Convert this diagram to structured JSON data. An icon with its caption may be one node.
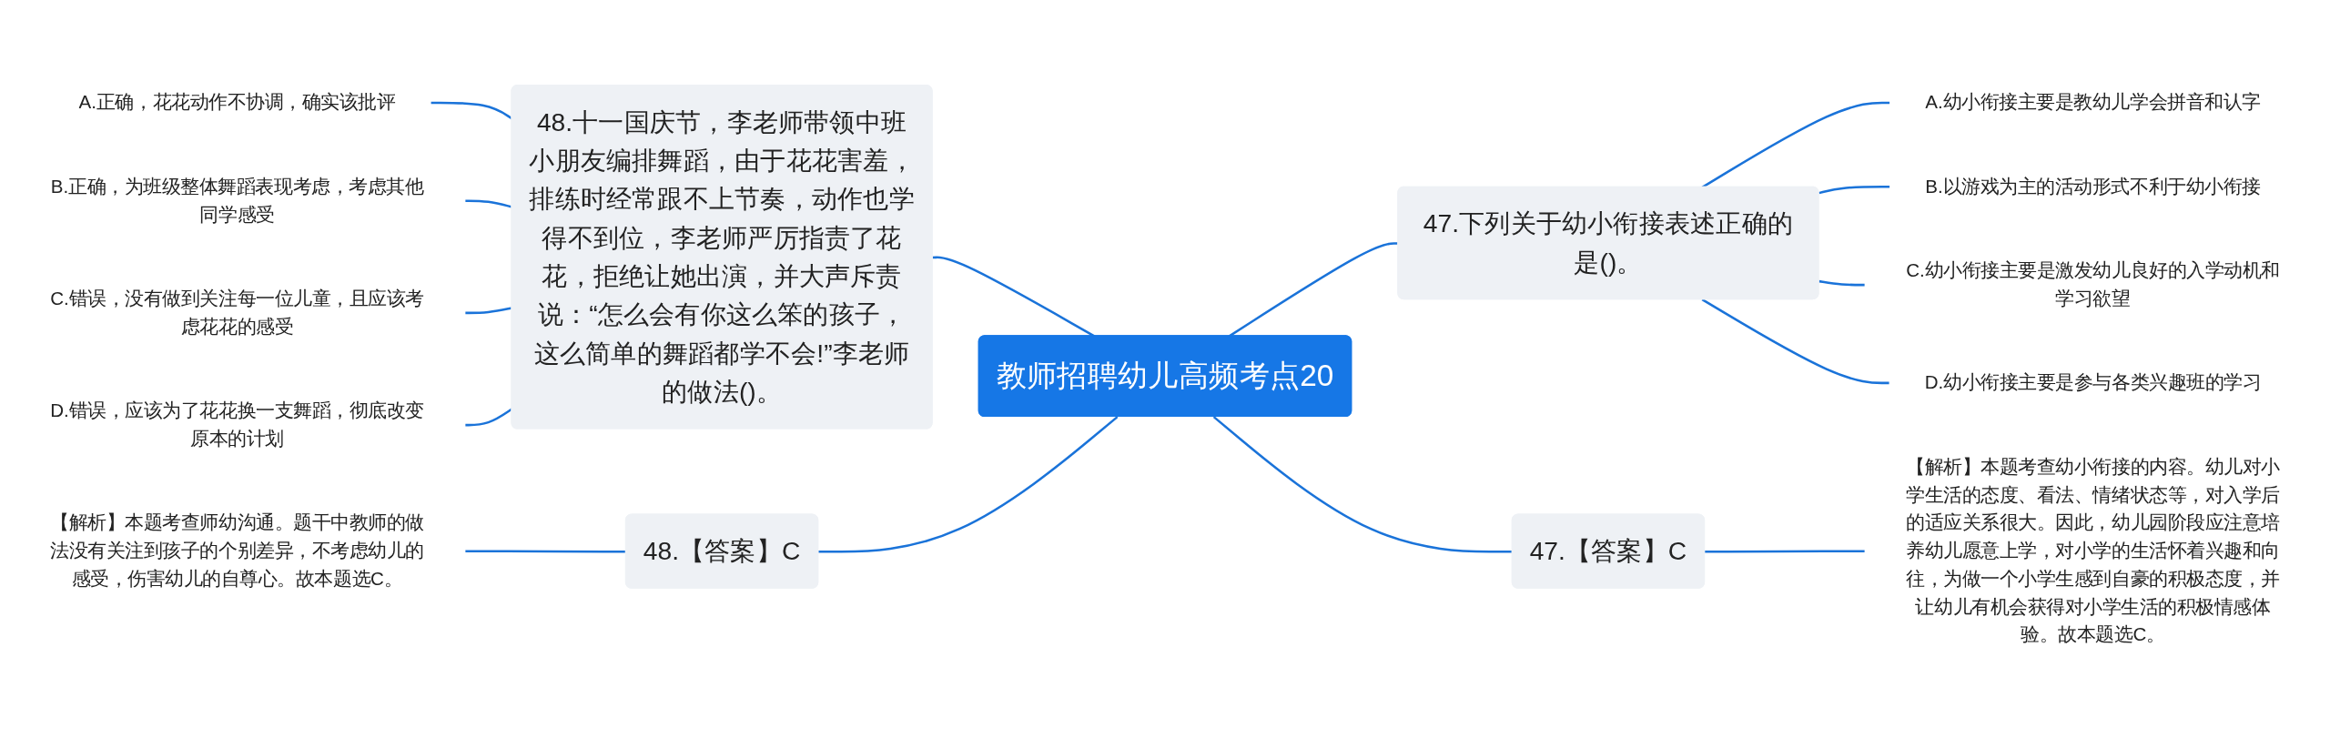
{
  "diagram": {
    "nodes": [
      {
        "text": [
          "教师招聘幼儿高频考点20"
        ]
      },
      {
        "text": [
          "48.十一国庆节，李老师带领中班小朋友编排舞蹈，由于花花害羞，排练时经常跟不上节奏，动作也学得不到位，李老师严厉指责了花花，拒绝让她出演，并大声斥责说：“怎么会有你这么笨的孩子，这么简单的舞蹈都学不会!”李老师的做法()。"
        ]
      },
      {
        "text": [
          "A.正确，花花动作不协调，确实该批评"
        ]
      },
      {
        "text": [
          "B.正确，为班级整体舞蹈表现考虑，考虑其他同学感受"
        ]
      },
      {
        "text": [
          "C.错误，没有做到关注每一位儿童，且应该考虑花花的感受"
        ]
      },
      {
        "text": [
          "D.错误，应该为了花花换一支舞蹈，彻底改变原本的计划"
        ]
      },
      {
        "text": [
          "48.【答案】C"
        ]
      },
      {
        "text": [
          "【解析】本题考查师幼沟通。题干中教师的做法没有关注到孩子的个别差异，不考虑幼儿的感受，伤害幼儿的自尊心。故本题选C。"
        ]
      },
      {
        "text": [
          "47.下列关于幼小衔接表述正确的是()。"
        ]
      },
      {
        "text": [
          "A.幼小衔接主要是教幼儿学会拼音和认字"
        ]
      },
      {
        "text": [
          "B.以游戏为主的活动形式不利于幼小衔接"
        ]
      },
      {
        "text": [
          "C.幼小衔接主要是激发幼儿良好的入学动机和学习欲望"
        ]
      },
      {
        "text": [
          "D.幼小衔接主要是参与各类兴趣班的学习"
        ]
      },
      {
        "text": [
          "47.【答案】C"
        ]
      },
      {
        "text": [
          "【解析】本题考查幼小衔接的内容。幼儿对小学生活的态度、看法、情绪状态等，对入学后的适应关系很大。因此，幼儿园阶段应注意培养幼儿愿意上学，对小学的生活怀着兴趣和向往，为做一个小学生感到自豪的积极态度，并让幼儿有机会获得对小学生活的积极情感体验。故本题选C。"
        ]
      }
    ],
    "edges": [
      {
        "from": 2,
        "to": 1,
        "arrow": "none"
      },
      {
        "from": 3,
        "to": 1,
        "arrow": "none"
      },
      {
        "from": 4,
        "to": 1,
        "arrow": "none"
      },
      {
        "from": 5,
        "to": 1,
        "arrow": "none"
      },
      {
        "from": 1,
        "to": 0,
        "arrow": "none"
      },
      {
        "from": 7,
        "to": 6,
        "arrow": "none"
      },
      {
        "from": 6,
        "to": 0,
        "arrow": "none"
      },
      {
        "from": 0,
        "to": 8,
        "arrow": "none"
      },
      {
        "from": 8,
        "to": 9,
        "arrow": "none"
      },
      {
        "from": 8,
        "to": 10,
        "arrow": "none"
      },
      {
        "from": 8,
        "to": 11,
        "arrow": "none"
      },
      {
        "from": 8,
        "to": 12,
        "arrow": "none"
      },
      {
        "from": 0,
        "to": 13,
        "arrow": "none"
      },
      {
        "from": 13,
        "to": 14,
        "arrow": "none"
      }
    ]
  }
}
